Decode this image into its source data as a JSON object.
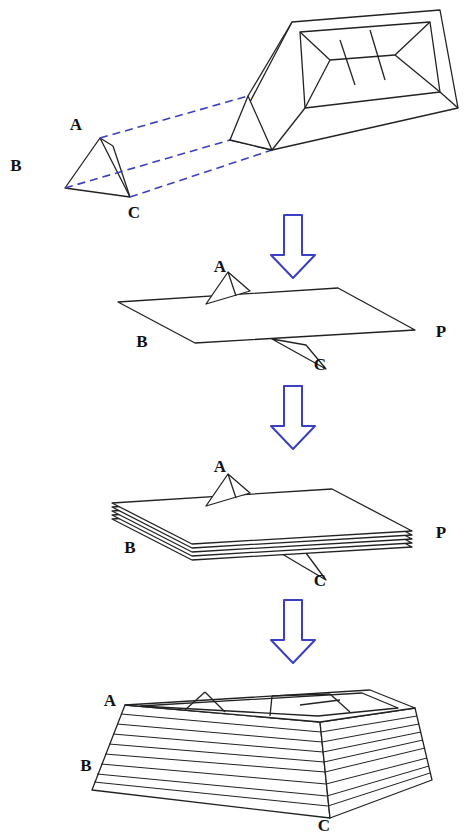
{
  "diagram": {
    "labels": [
      "A",
      "B",
      "C",
      "A",
      "B",
      "P",
      "C",
      "A",
      "B",
      "P",
      "C",
      "A",
      "B",
      "C"
    ]
  }
}
